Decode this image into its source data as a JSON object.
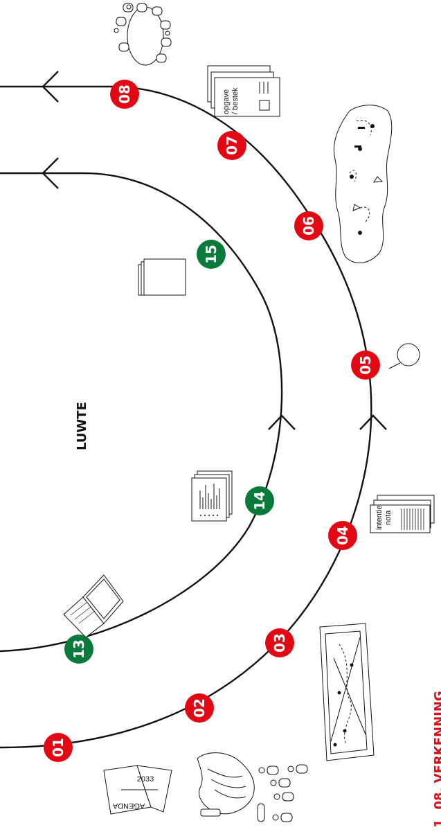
{
  "colors": {
    "red": "#e30613",
    "green": "#0a7a3a",
    "ink": "#111111"
  },
  "center_label": "LUWTE",
  "partial_title": "08. VERKENNING",
  "partial_title_prefix": "1",
  "outer_path_steps": [
    {
      "label": "01",
      "color": "red"
    },
    {
      "label": "02",
      "color": "red"
    },
    {
      "label": "03",
      "color": "red"
    },
    {
      "label": "04",
      "color": "red"
    },
    {
      "label": "05",
      "color": "red"
    },
    {
      "label": "06",
      "color": "red"
    },
    {
      "label": "07",
      "color": "red"
    },
    {
      "label": "08",
      "color": "red"
    }
  ],
  "inner_path_steps": [
    {
      "label": "13",
      "color": "green"
    },
    {
      "label": "14",
      "color": "green"
    },
    {
      "label": "15",
      "color": "green"
    }
  ],
  "icons": {
    "agenda": {
      "name": "agenda-icon",
      "title": "AGENDA",
      "year": "2033"
    },
    "handshake": {
      "name": "handshake-icon"
    },
    "map_board": {
      "name": "map-board-icon"
    },
    "intentie_nota": {
      "name": "document-icon",
      "line1": "intentie",
      "line2": "nota"
    },
    "magnifier": {
      "name": "magnifier-icon"
    },
    "island_map": {
      "name": "island-map-icon"
    },
    "opgave_bestek": {
      "name": "document-icon",
      "line1": "opgave",
      "line2": "/ bestek"
    },
    "meeting_table": {
      "name": "meeting-table-icon"
    },
    "laptop": {
      "name": "laptop-icon"
    },
    "report": {
      "name": "report-icon"
    },
    "papers": {
      "name": "papers-icon"
    }
  }
}
